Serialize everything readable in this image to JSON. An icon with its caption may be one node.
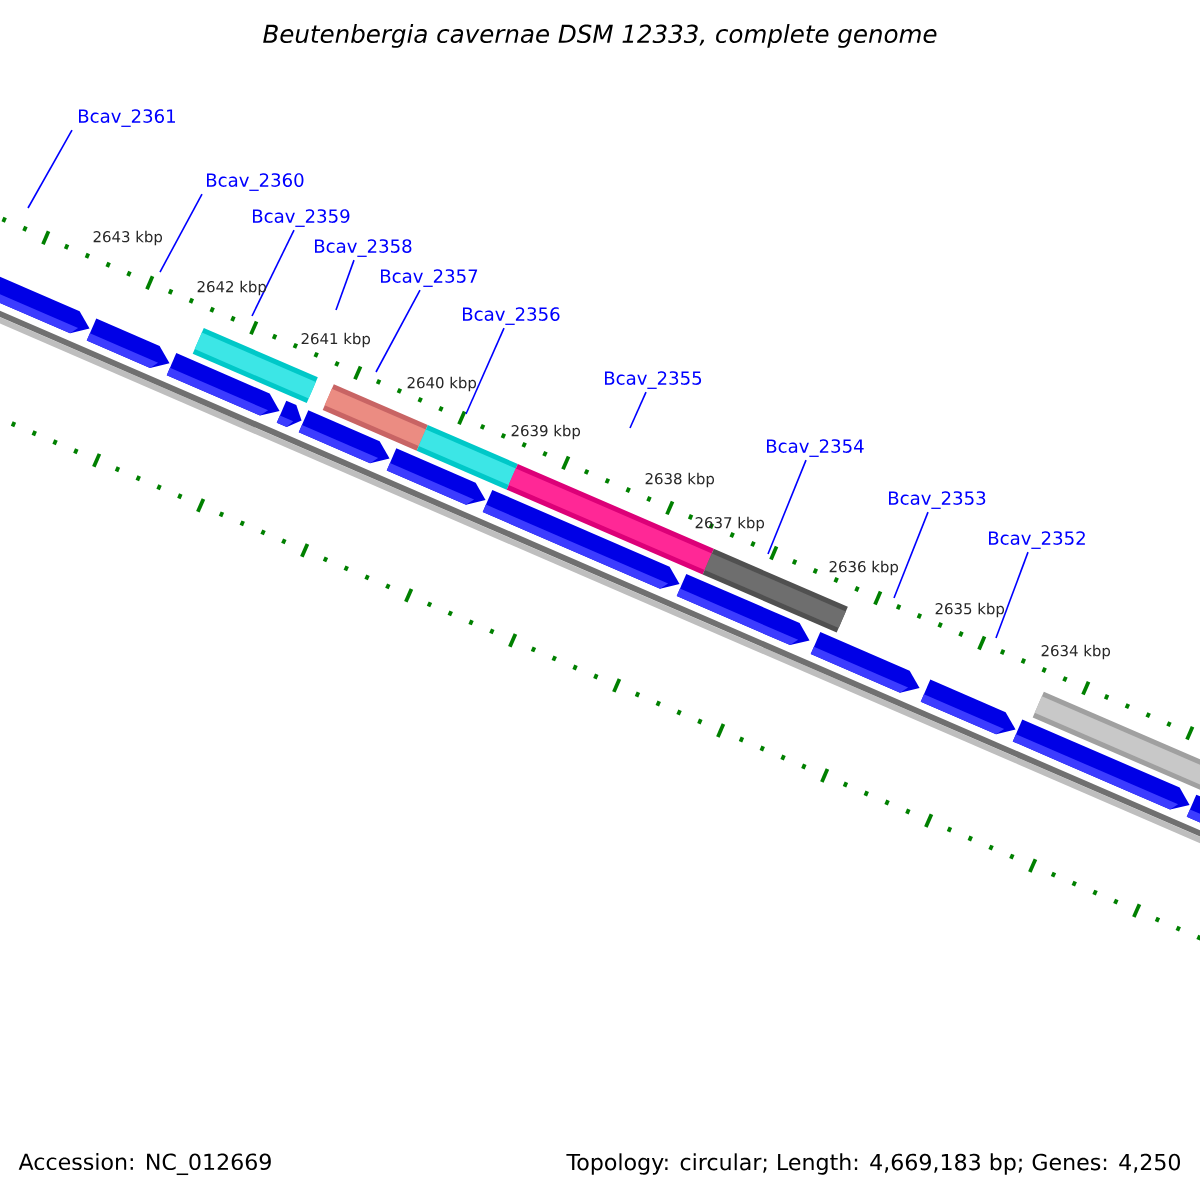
{
  "diagram": {
    "title": "Beutenbergia cavernae DSM 12333, complete genome",
    "nodes": [
      {
        "text": [
          "Bcav_2361"
        ]
      },
      {
        "text": [
          "Bcav_2360"
        ]
      },
      {
        "text": [
          "Bcav_2359"
        ]
      },
      {
        "text": [
          "Bcav_2358"
        ]
      },
      {
        "text": [
          "Bcav_2357"
        ]
      },
      {
        "text": [
          "Bcav_2356"
        ]
      },
      {
        "text": [
          "Bcav_2355"
        ]
      },
      {
        "text": [
          "Bcav_2354"
        ]
      },
      {
        "text": [
          "Bcav_2353"
        ]
      },
      {
        "text": [
          "Bcav_2352"
        ]
      }
    ],
    "edges": [
      {
        "from": 0,
        "to": null,
        "arrow": "none"
      },
      {
        "from": 1,
        "to": null,
        "arrow": "none"
      },
      {
        "from": 2,
        "to": null,
        "arrow": "none"
      },
      {
        "from": 3,
        "to": null,
        "arrow": "none"
      },
      {
        "from": 4,
        "to": null,
        "arrow": "none"
      },
      {
        "from": 5,
        "to": null,
        "arrow": "none"
      },
      {
        "from": 6,
        "to": null,
        "arrow": "none"
      },
      {
        "from": 7,
        "to": null,
        "arrow": "none"
      },
      {
        "from": 8,
        "to": null,
        "arrow": "none"
      },
      {
        "from": 9,
        "to": null,
        "arrow": "none"
      }
    ],
    "labels": [
      "2643 kbp",
      "2642 kbp",
      "2641 kbp",
      "2640 kbp",
      "2639 kbp",
      "2638 kbp",
      "2637 kbp",
      "2636 kbp",
      "2635 kbp",
      "2634 kbp",
      "Accession: NC_012669",
      "Topology: circular; Length: 4,669,183 bp; Genes: 4,250"
    ]
  }
}
